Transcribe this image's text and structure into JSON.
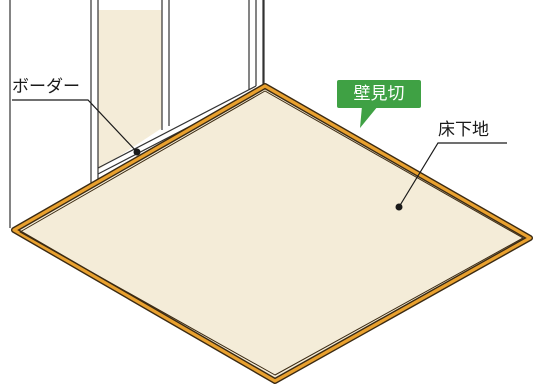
{
  "labels": {
    "border": "ボーダー",
    "wall_trim": "壁見切",
    "floor_base": "床下地"
  },
  "colors": {
    "floor": "#f4ecd8",
    "trim_orange": "#e9a12f",
    "trim_dark": "#3b2a12",
    "wall_line": "#333333",
    "panel": "#f4ecd8",
    "badge_green": "#3fa144",
    "leader": "#1a1a1a"
  }
}
